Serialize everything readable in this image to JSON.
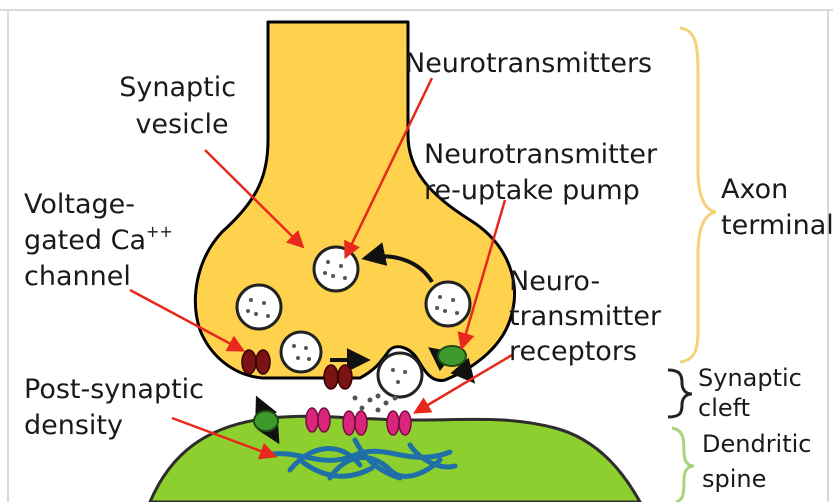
{
  "labels": {
    "synaptic_vesicle": [
      "Synaptic",
      "vesicle"
    ],
    "neurotransmitters": "Neurotransmitters",
    "reuptake_pump": [
      "Neurotransmitter",
      "re-uptake pump"
    ],
    "axon_terminal": [
      "Axon",
      "terminal"
    ],
    "voltage_gated": [
      "Voltage-",
      "gated Ca",
      "++",
      "channel"
    ],
    "nt_receptors": [
      "Neuro-",
      "transmitter",
      "receptors"
    ],
    "synaptic_cleft": [
      "Synaptic",
      "cleft"
    ],
    "postsynaptic_density": [
      "Post-synaptic",
      "density"
    ],
    "dendritic_spine": [
      "Dendritic",
      "spine"
    ]
  },
  "colors": {
    "axon_fill": "#ffd24d",
    "axon_stroke": "#000000",
    "spine_fill": "#8ccf2e",
    "arrow_red": "#e8281c",
    "brace_yellow": "#f3d27a",
    "brace_green": "#a6d47a",
    "channel": "#7a1414",
    "receptor": "#d9267a",
    "pump": "#3f9a2e",
    "density": "#1f6fa8"
  }
}
